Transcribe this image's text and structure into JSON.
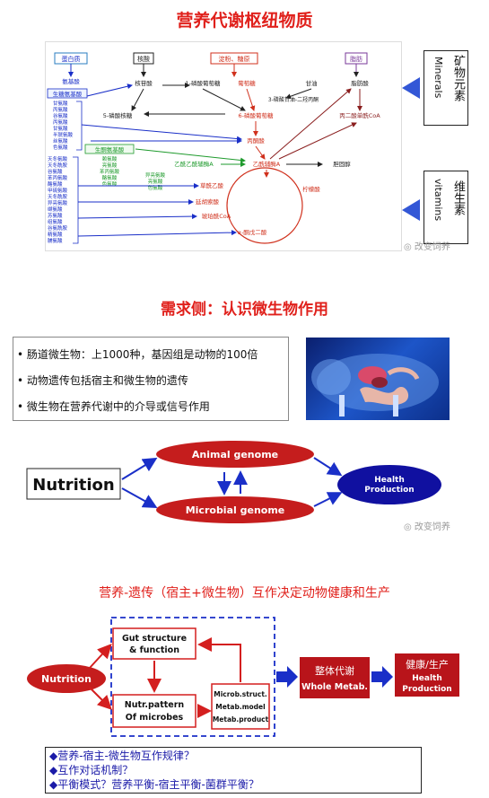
{
  "titles": {
    "t1": "营养代谢枢纽物质",
    "t2": "需求侧：认识微生物作用",
    "t3": "营养-遗传（宿主+微生物）互作决定动物健康和生产"
  },
  "metabolism": {
    "top_labels": {
      "protein": "蛋白质",
      "nucleic_acid": "核酸",
      "starch_sugar": "淀粉、糖原",
      "lipid": "脂肪"
    },
    "nodes": {
      "amino_acids": "氨基酸",
      "glucogenic_aa": "生糖氨基酸",
      "ribose_p": "核苷酸",
      "ribose1p": "1-磷酸葡萄糖",
      "glucose": "葡萄糖",
      "glycerol": "甘油",
      "fatty_acid": "脂肪酸",
      "ribose5p": "5-磷酸核糖",
      "glucose6p": "6-磷酸葡萄糖",
      "dhap": "3-磷酸甘油-二羟丙酮",
      "malonyl_coa": "丙二酸单酰CoA",
      "pyruvate": "丙酮酸",
      "ketogenic_aa": "生酮氨基酸",
      "acetoacetyl_coa": "乙酰乙酰辅酶A",
      "acetyl_coa": "乙酰辅酶A",
      "cholesterol": "胆固醇",
      "oxaloacetate": "草酰乙酸",
      "citrate": "柠檬酸",
      "fumarate": "延胡索酸",
      "succinyl_coa": "琥珀酰CoA",
      "akg": "α-酮戊二酸"
    },
    "aa_group1": [
      "甘氨酸",
      "丙氨酸",
      "谷氨酸",
      "丙氨酸",
      "甘氨酸",
      "半胱氨酸",
      "丝氨酸",
      "色氨酸"
    ],
    "aa_group2": [
      "天冬氨酸",
      "天冬酰胺",
      "谷氨酸",
      "苯丙氨酸",
      "酪氨酸",
      "甲硫氨酸",
      "天冬酰胺",
      "异亮氨酸",
      "缬氨酸",
      "苏氨酸",
      "组氨酸",
      "谷氨酰胺",
      "精氨酸",
      "脯氨酸"
    ],
    "ketogenic_list": [
      "赖氨酸",
      "亮氨酸",
      "苯丙氨酸",
      "酪氨酸",
      "色氨酸"
    ],
    "ketogenic_list2": [
      "异亮氨酸",
      "亮氨酸",
      "色氨酸"
    ]
  },
  "side": {
    "minerals": {
      "zh": "矿物元素",
      "en": "Minerals"
    },
    "vitamins": {
      "zh": "维生素",
      "en": "vitamins"
    }
  },
  "watermark": "改变饲养",
  "bullets": [
    "肠道微生物：上1000种，基因组是动物的100倍",
    "动物遗传包括宿主和微生物的遗传",
    "微生物在营养代谢中的介导或信号作用"
  ],
  "diagram2": {
    "nutrition": "Nutrition",
    "animal_genome": "Animal genome",
    "microbial_genome": "Microbial genome",
    "health_production": "Health\nProduction"
  },
  "diagram3": {
    "nutrition": "Nutrition",
    "gut_structure": "Gut structure\n& function",
    "nutr_pattern": "Nutr.pattern\nOf microbes",
    "microb": [
      "Microb.struct.",
      "Metab.model",
      "Metab.product"
    ],
    "whole_metab_zh": "整体代谢",
    "whole_metab_en": "Whole Metab.",
    "health_zh": "健康/生产",
    "health_en": "Health\nProduction"
  },
  "questions": [
    "◆营养-宿主-微生物互作规律？",
    "◆互作对话机制？",
    "◆平衡模式？营养平衡-宿主平衡-菌群平衡？"
  ],
  "colors": {
    "title_red": "#e0201b",
    "dark_red": "#b8141a",
    "blue": "#1a2fc8",
    "arrow_blue": "#3357d6"
  }
}
